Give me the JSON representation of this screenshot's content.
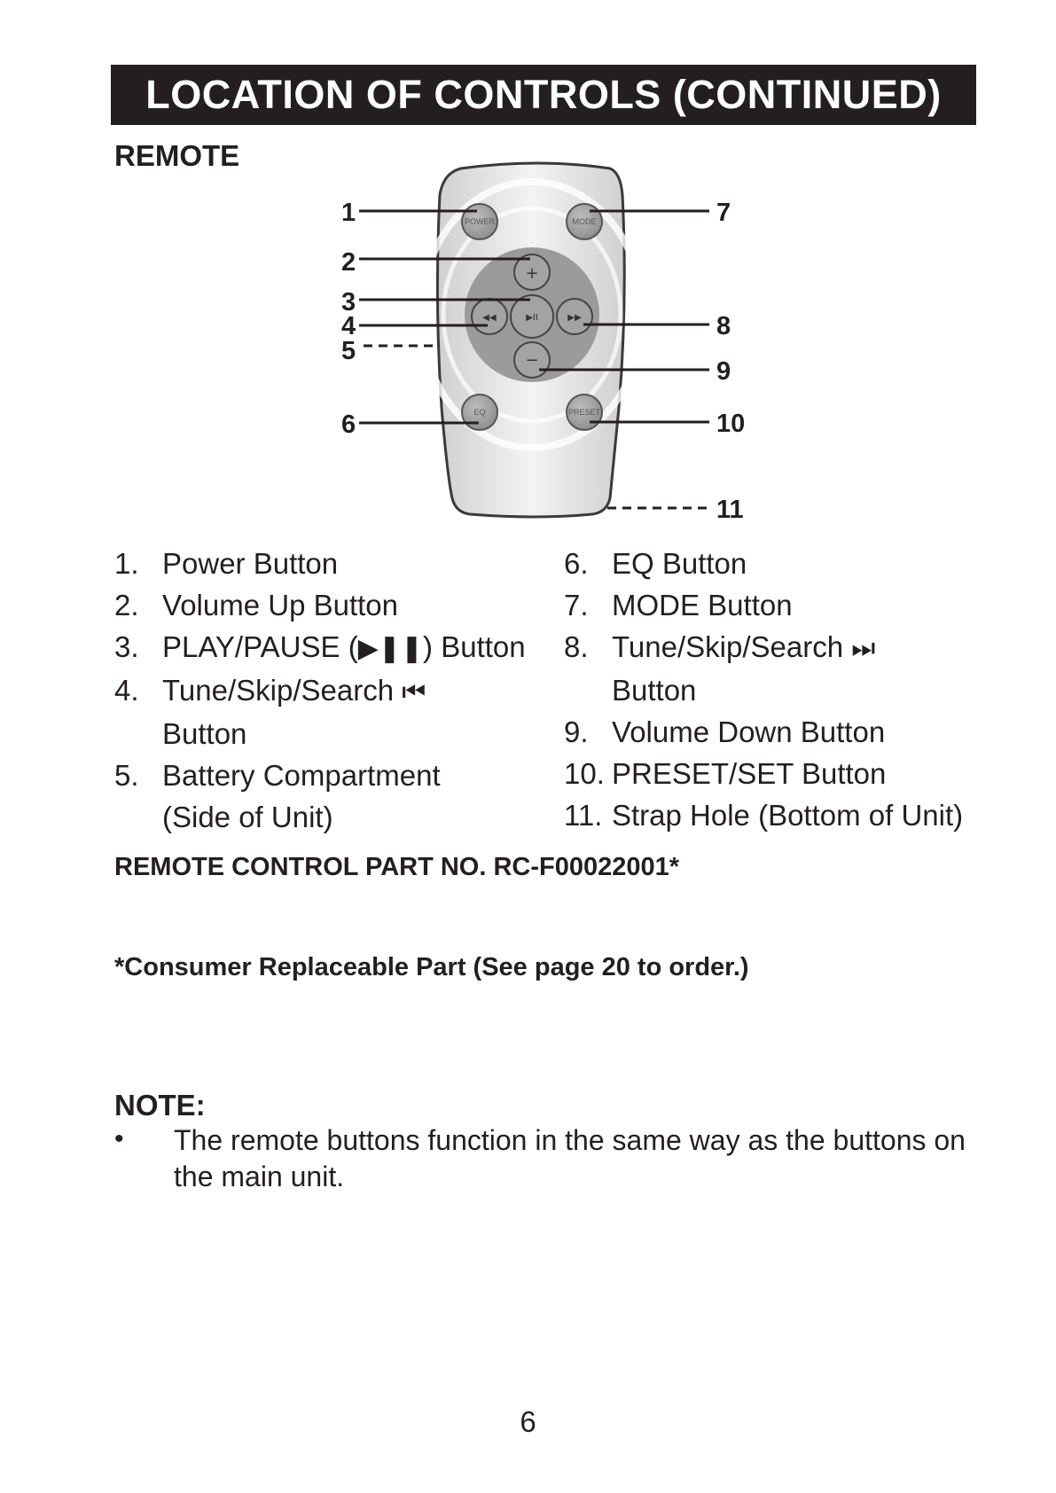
{
  "header": {
    "title": "LOCATION OF CONTROLS (CONTINUED)"
  },
  "remote": {
    "heading": "REMOTE",
    "buttons": {
      "power": "POWER",
      "mode": "MODE",
      "eq": "EQ",
      "preset": "PRESET",
      "vol_up": "+",
      "vol_down": "−",
      "rewind": "◀◀",
      "forward": "▶▶",
      "play_pause": "▶II"
    },
    "callouts": [
      "1",
      "2",
      "3",
      "4",
      "5",
      "6",
      "7",
      "8",
      "9",
      "10",
      "11"
    ]
  },
  "controls_left": [
    {
      "num": "1.",
      "label": "Power Button"
    },
    {
      "num": "2.",
      "label": "Volume Up Button"
    },
    {
      "num": "3.",
      "label_pre": "PLAY/PAUSE (",
      "symbol": "▶❚❚",
      "label_post": ") Button"
    },
    {
      "num": "4.",
      "label_pre": "Tune/Skip/Search ",
      "symbol": "⏮",
      "label_cont": "Button"
    },
    {
      "num": "5.",
      "label": "Battery Compartment",
      "label_cont": "(Side of Unit)"
    }
  ],
  "controls_right": [
    {
      "num": "6.",
      "label": "EQ Button"
    },
    {
      "num": "7.",
      "label": "MODE Button"
    },
    {
      "num": "8.",
      "label_pre": "Tune/Skip/Search ",
      "symbol": "⏭",
      "label_cont": "Button"
    },
    {
      "num": "9.",
      "label": "Volume Down Button"
    },
    {
      "num": "10.",
      "label": "PRESET/SET Button"
    },
    {
      "num": "11.",
      "label": "Strap Hole (Bottom of Unit)"
    }
  ],
  "part_number": "REMOTE CONTROL PART NO. RC-F00022001*",
  "replaceable_note": "*Consumer Replaceable Part (See page 20 to order.)",
  "note": {
    "heading": "NOTE:",
    "bullet": "•",
    "text": "The remote buttons function in the same way as the buttons on the main unit."
  },
  "page_number": "6"
}
